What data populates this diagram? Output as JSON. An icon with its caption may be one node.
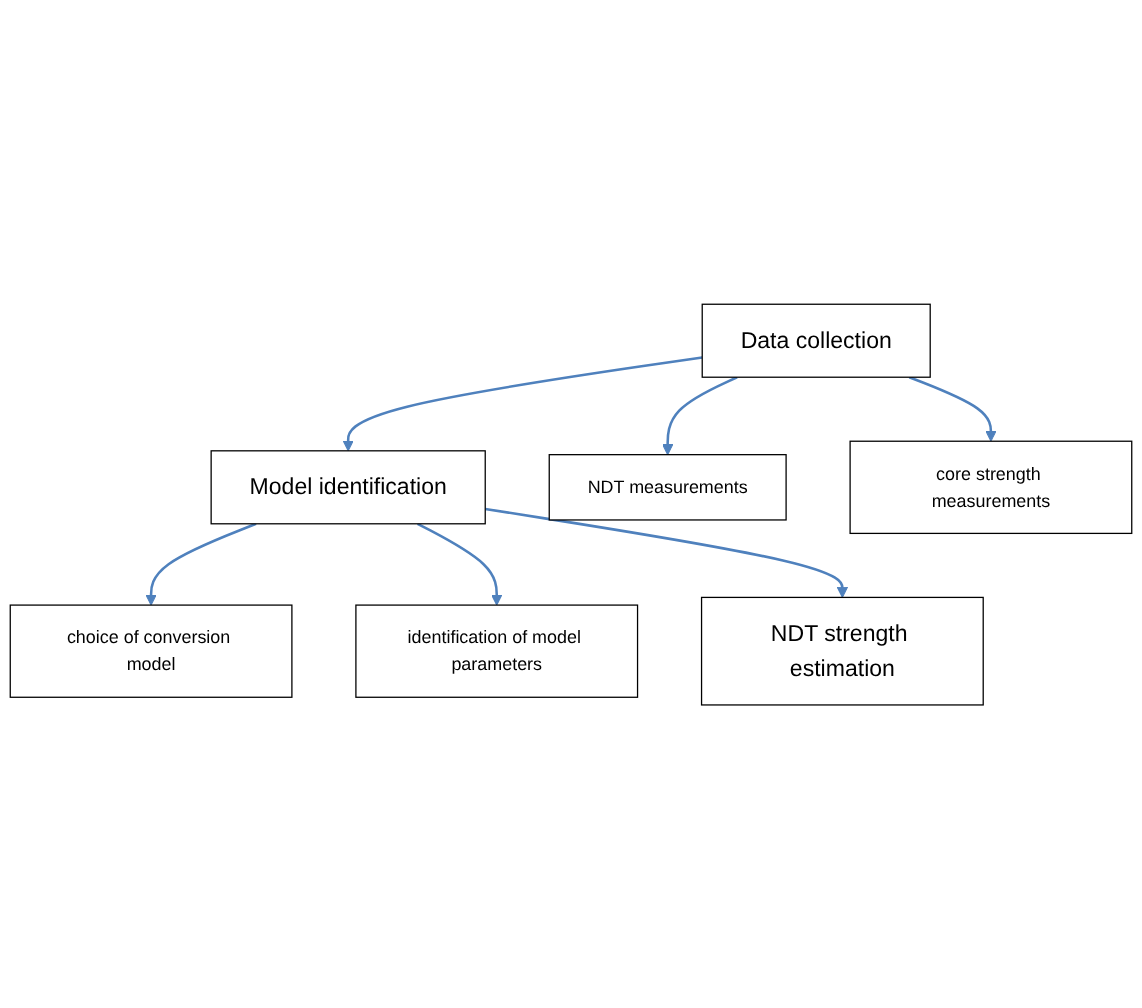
{
  "diagram": {
    "nodes": [
      {
        "text": [
          "Data collection"
        ]
      },
      {
        "text": [
          "NDT measurements"
        ]
      },
      {
        "text": [
          "core strength measurements"
        ]
      },
      {
        "text": [
          "Model identification"
        ]
      },
      {
        "text": [
          "choice of conversion model"
        ]
      },
      {
        "text": [
          "identification of model parameters"
        ]
      },
      {
        "text": [
          "NDT strength estimation"
        ]
      }
    ],
    "edges": [
      {
        "from": 0,
        "to": 1,
        "arrow": "to",
        "color": "#4f81bd"
      },
      {
        "from": 0,
        "to": 2,
        "arrow": "to",
        "color": "#4f81bd"
      },
      {
        "from": 0,
        "to": 3,
        "arrow": "to",
        "color": "#4f81bd"
      },
      {
        "from": 3,
        "to": 4,
        "arrow": "to",
        "color": "#4f81bd"
      },
      {
        "from": 3,
        "to": 5,
        "arrow": "to",
        "color": "#4f81bd"
      },
      {
        "from": 3,
        "to": 6,
        "arrow": "to",
        "color": "#4f81bd"
      }
    ]
  }
}
